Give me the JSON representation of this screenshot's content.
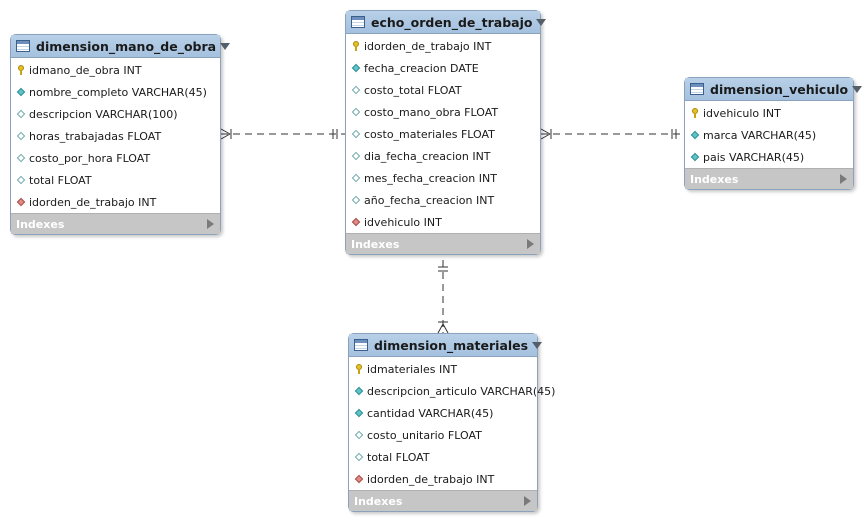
{
  "tables": [
    {
      "id": "dimension_mano_de_obra",
      "title": "dimension_mano_de_obra",
      "footer": "Indexes",
      "columns": [
        {
          "text": "idmano_de_obra INT",
          "key": "pk"
        },
        {
          "text": "nombre_completo VARCHAR(45)",
          "key": "nn"
        },
        {
          "text": "descripcion VARCHAR(100)",
          "key": "nl"
        },
        {
          "text": "horas_trabajadas FLOAT",
          "key": "nl"
        },
        {
          "text": "costo_por_hora FLOAT",
          "key": "nl"
        },
        {
          "text": "total FLOAT",
          "key": "nl"
        },
        {
          "text": "idorden_de_trabajo INT",
          "key": "fk"
        }
      ]
    },
    {
      "id": "echo_orden_de_trabajo",
      "title": "echo_orden_de_trabajo",
      "footer": "Indexes",
      "columns": [
        {
          "text": "idorden_de_trabajo INT",
          "key": "pk"
        },
        {
          "text": "fecha_creacion DATE",
          "key": "nn"
        },
        {
          "text": "costo_total FLOAT",
          "key": "nl"
        },
        {
          "text": "costo_mano_obra FLOAT",
          "key": "nl"
        },
        {
          "text": "costo_materiales FLOAT",
          "key": "nl"
        },
        {
          "text": "dia_fecha_creacion INT",
          "key": "nl"
        },
        {
          "text": "mes_fecha_creacion INT",
          "key": "nl"
        },
        {
          "text": "año_fecha_creacion INT",
          "key": "nl"
        },
        {
          "text": "idvehiculo INT",
          "key": "fk"
        }
      ]
    },
    {
      "id": "dimension_vehiculo",
      "title": "dimension_vehiculo",
      "footer": "Indexes",
      "columns": [
        {
          "text": "idvehiculo INT",
          "key": "pk"
        },
        {
          "text": "marca VARCHAR(45)",
          "key": "nn"
        },
        {
          "text": "pais VARCHAR(45)",
          "key": "nn"
        }
      ]
    },
    {
      "id": "dimension_materiales",
      "title": "dimension_materiales",
      "footer": "Indexes",
      "columns": [
        {
          "text": "idmateriales INT",
          "key": "pk"
        },
        {
          "text": "descripcion_articulo VARCHAR(45)",
          "key": "nn"
        },
        {
          "text": "cantidad VARCHAR(45)",
          "key": "nn"
        },
        {
          "text": "costo_unitario FLOAT",
          "key": "nl"
        },
        {
          "text": "total FLOAT",
          "key": "nl"
        },
        {
          "text": "idorden_de_trabajo INT",
          "key": "fk"
        }
      ]
    }
  ],
  "relationships": [
    {
      "from": "dimension_mano_de_obra",
      "to": "echo_orden_de_trabajo",
      "from_end": "many",
      "to_end": "one"
    },
    {
      "from": "echo_orden_de_trabajo",
      "to": "dimension_vehiculo",
      "from_end": "many",
      "to_end": "one"
    },
    {
      "from": "dimension_materiales",
      "to": "echo_orden_de_trabajo",
      "from_end": "many",
      "to_end": "one"
    }
  ],
  "colors": {
    "header": "#a4c1df",
    "border": "#8aa2bc",
    "footer": "#c6c6c6",
    "primary_key": "#e6c020",
    "not_null": "#5fc3c8",
    "foreign_key": "#e08a86",
    "relationship_line": "#333333"
  }
}
